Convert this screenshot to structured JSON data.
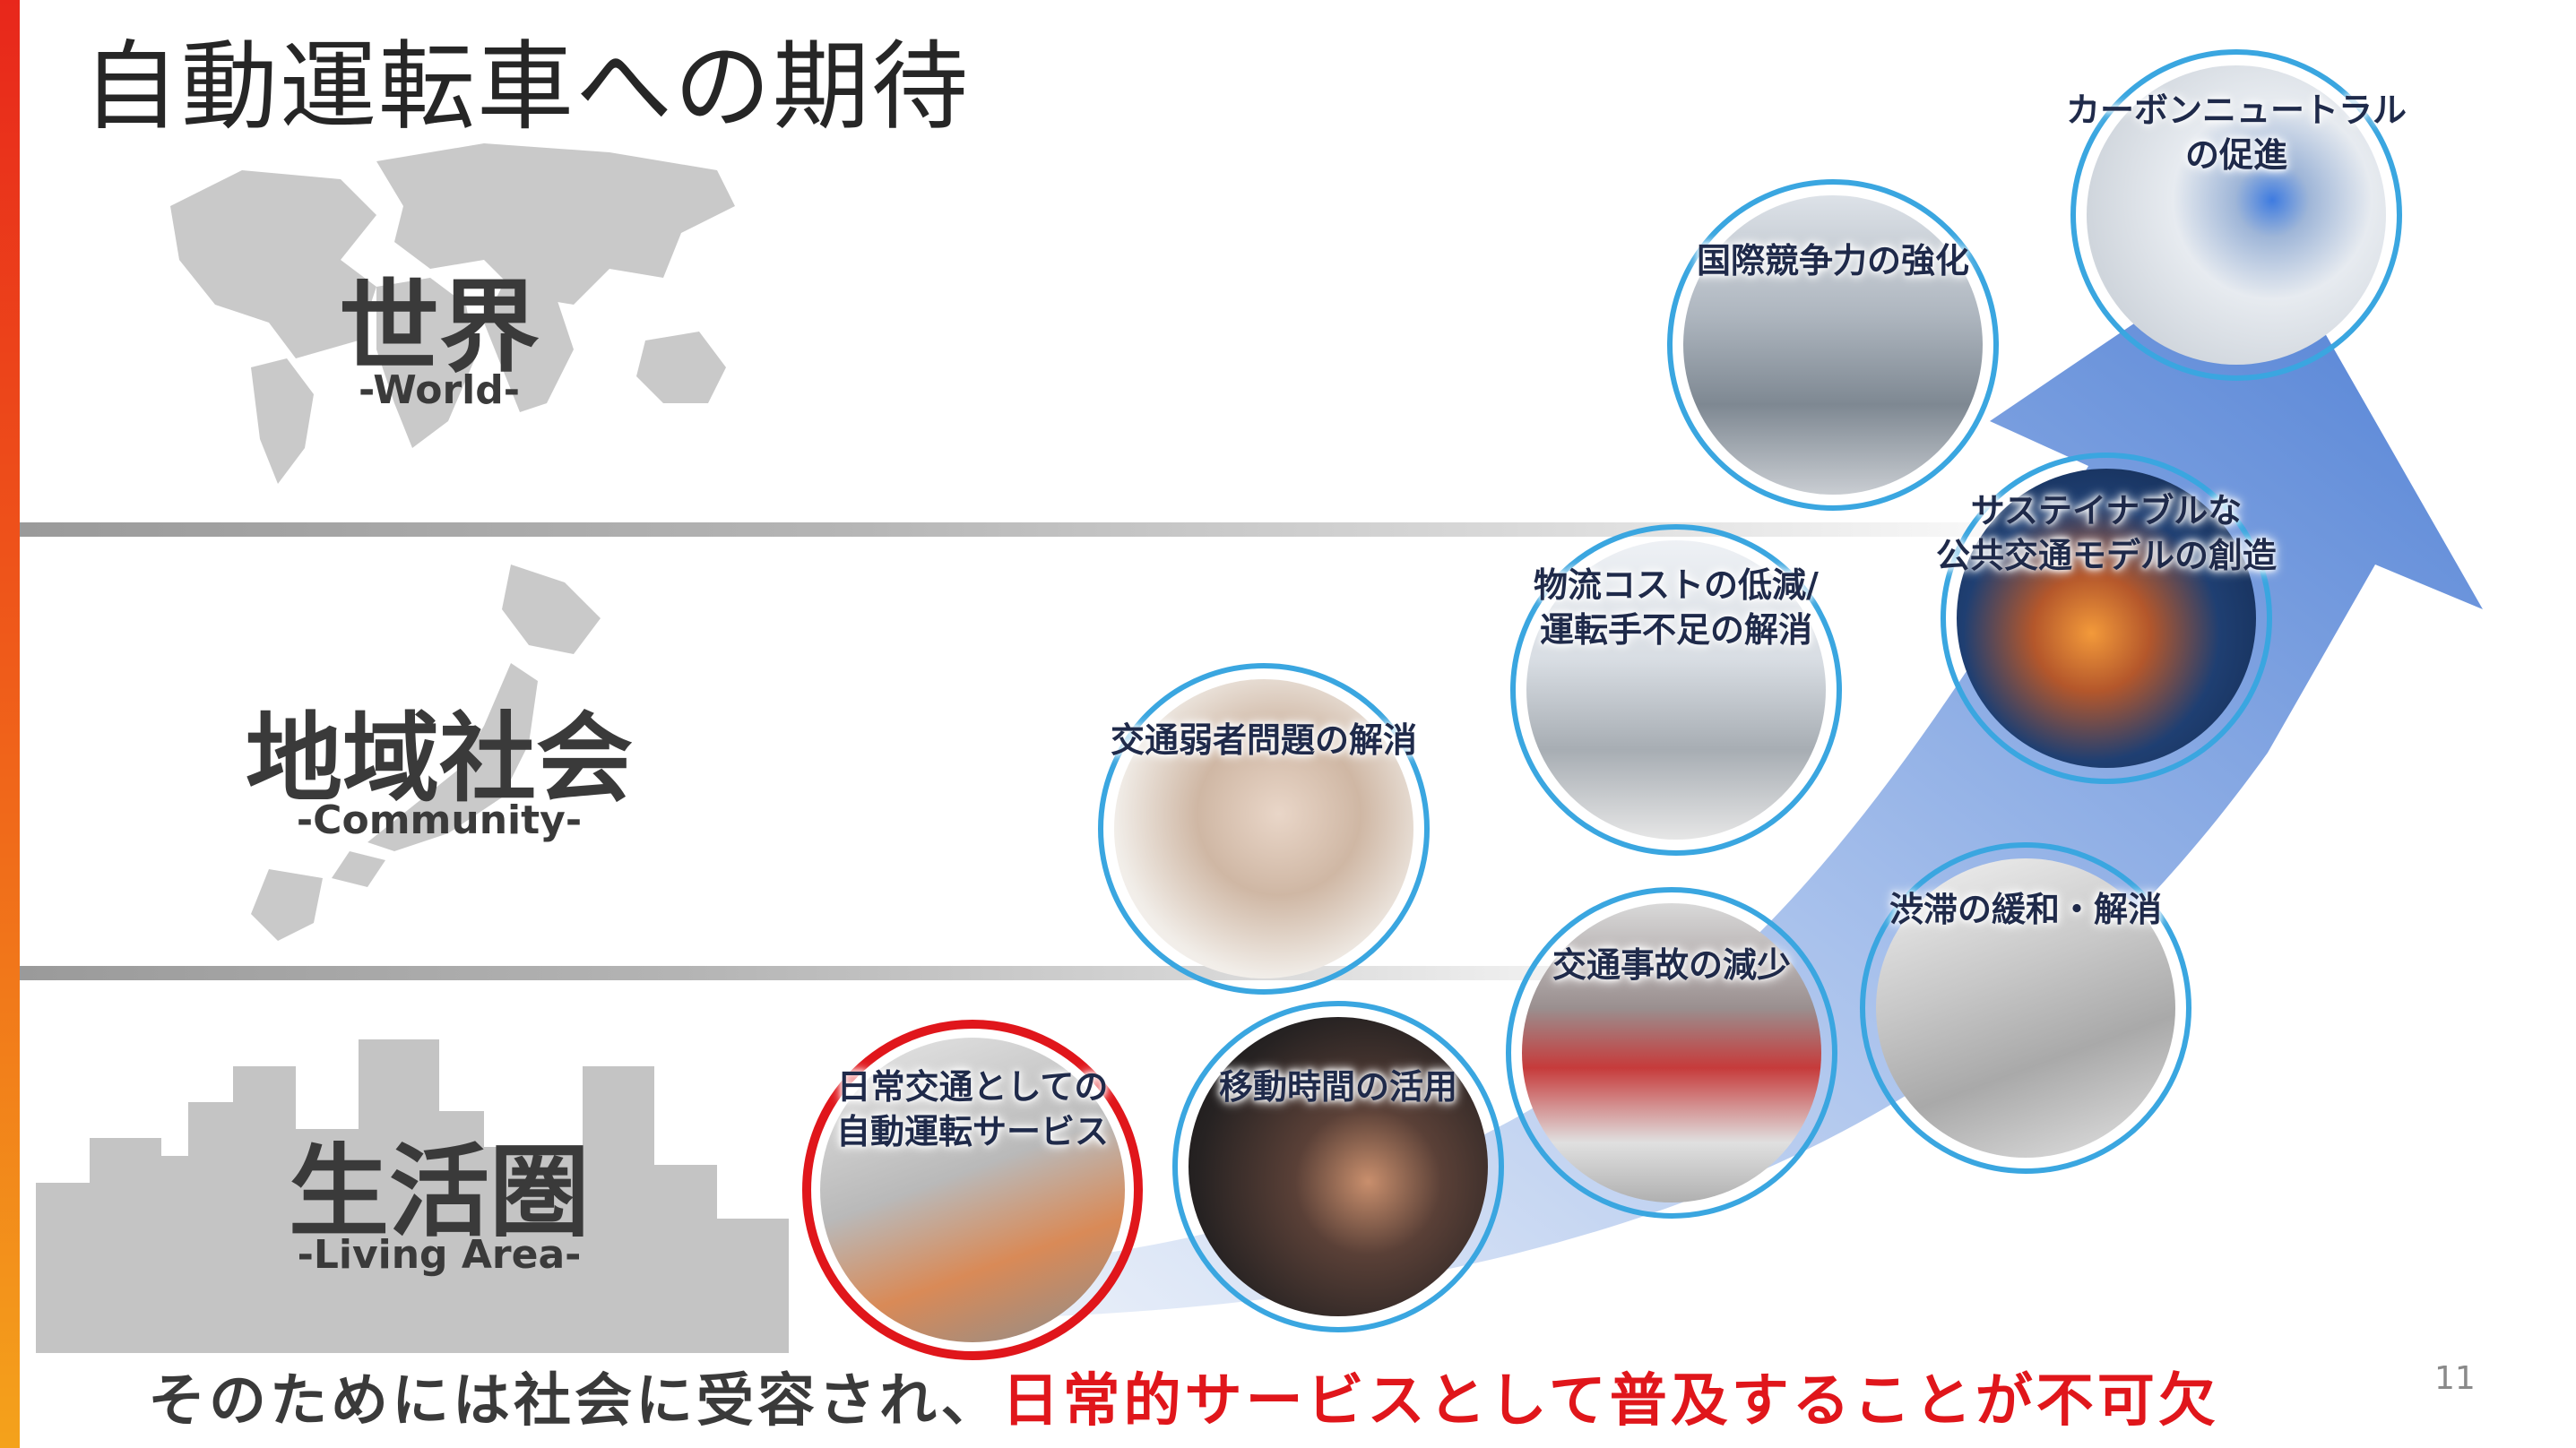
{
  "title": "自動運転車への期待",
  "tiers": [
    {
      "label": "世界",
      "sub": "-World-"
    },
    {
      "label": "地域社会",
      "sub": "-Community-"
    },
    {
      "label": "生活圏",
      "sub": "-Living Area-"
    }
  ],
  "circles": [
    {
      "label_lines": [
        "日常交通としての",
        "自動運転サービス"
      ]
    },
    {
      "label_lines": [
        "移動時間の活用"
      ]
    },
    {
      "label_lines": [
        "交通弱者問題の解消"
      ]
    },
    {
      "label_lines": [
        "交通事故の減少"
      ]
    },
    {
      "label_lines": [
        "物流コストの低減/",
        "運転手不足の解消"
      ]
    },
    {
      "label_lines": [
        "渋滞の緩和・解消"
      ]
    },
    {
      "label_lines": [
        "サステイナブルな",
        "公共交通モデルの創造"
      ]
    },
    {
      "label_lines": [
        "国際競争力の強化"
      ]
    },
    {
      "label_lines": [
        "カーボンニュートラル",
        "の促進"
      ]
    }
  ],
  "bottom_message": {
    "prefix": "そのためには社会に受容され、",
    "highlight": "日常的サービスとして普及することが不可欠"
  },
  "page_number": "11",
  "colors": {
    "accent_red": "#e0161b",
    "ring_blue": "#3aa6e0",
    "arrow_blue": "#4f7fd4",
    "tier_gray": "#3a3a3a"
  }
}
